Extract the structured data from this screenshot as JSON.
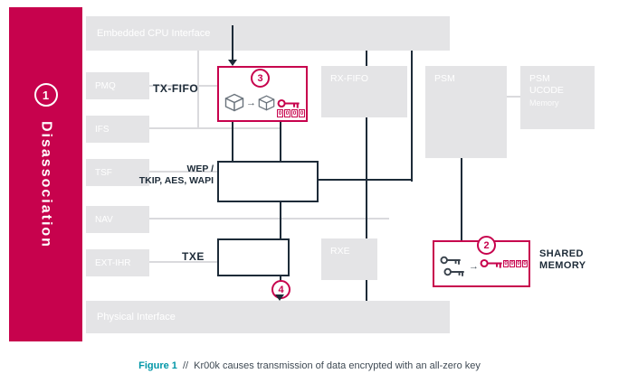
{
  "colors": {
    "accent": "#c7024d",
    "dark": "#1d2b38",
    "block_gray": "#e4e4e6",
    "teal": "#0096a7"
  },
  "banner": {
    "step": "1",
    "label": "Disassociation"
  },
  "top_bar": {
    "label": "Embedded CPU Interface"
  },
  "bottom_bar": {
    "label": "Physical Interface"
  },
  "left_modules": [
    "PMQ",
    "IFS",
    "TSF",
    "NAV",
    "EXT-IHR"
  ],
  "labels": {
    "tx_fifo": "TX-FIFO",
    "wep_line1": "WEP /",
    "wep_line2": "TKIP, AES, WAPI",
    "txe": "TXE",
    "shared_line1": "SHARED",
    "shared_line2": "MEMORY"
  },
  "blocks": {
    "rx_fifo": "RX-FIFO",
    "psm": "PSM",
    "psm_ucode_line1": "PSM",
    "psm_ucode_line2": "UCODE",
    "psm_ucode_line3": "Memory",
    "rxe": "RXE"
  },
  "steps": {
    "two": "2",
    "three": "3",
    "four": "4"
  },
  "icons": {
    "zero": "0",
    "arrow": "→"
  },
  "caption": {
    "figure": "Figure 1",
    "separator": "//",
    "text": "Kr00k causes transmission of data encrypted with an all-zero key"
  }
}
